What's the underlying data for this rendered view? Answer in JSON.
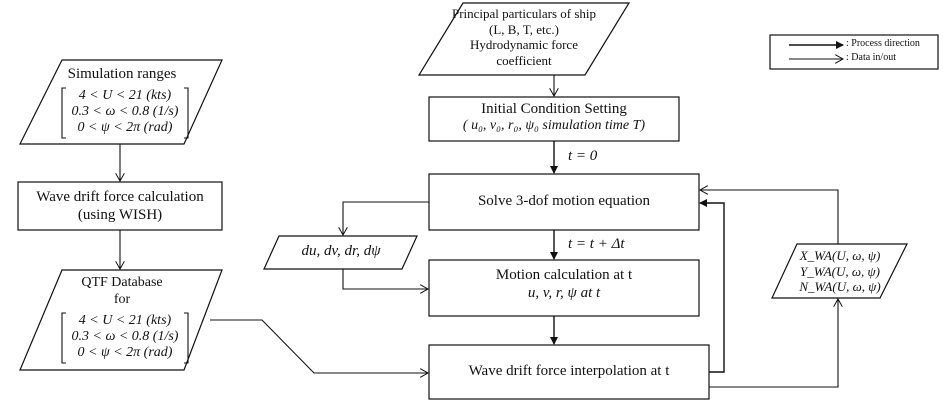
{
  "legend": {
    "process": ": Process direction",
    "data": ": Data in/out"
  },
  "principal": {
    "line1": "Principal particulars of ship",
    "line2": "(L, B, T, etc.)",
    "line3": "Hydrodynamic force",
    "line4": "coefficient"
  },
  "initial": {
    "title": "Initial Condition Setting",
    "detail": "( u₀, v₀, r₀, ψ₀ simulation time T)"
  },
  "t0": "t = 0",
  "solve": "Solve 3-dof motion equation",
  "tnext": "t = t + Δt",
  "differentials": "du, dv, dr, dψ",
  "motion": {
    "title": "Motion calculation at t",
    "detail": "u, v, r, ψ at t"
  },
  "interp": "Wave drift force interpolation at t",
  "wave_forces": {
    "x": "X_WA(U, ω, ψ)",
    "y": "Y_WA(U, ω, ψ)",
    "n": "N_WA(U, ω, ψ)"
  },
  "sim_ranges": {
    "title": "Simulation ranges",
    "r1": "4 < U < 21 (kts)",
    "r2": "0.3 < ω < 0.8 (1/s)",
    "r3": "0 < ψ < 2π (rad)"
  },
  "wave_calc": {
    "line1": "Wave drift force calculation",
    "line2": "(using WISH)"
  },
  "qtf": {
    "title": "QTF Database",
    "for": "for",
    "r1": "4 < U < 21 (kts)",
    "r2": "0.3 < ω < 0.8 (1/s)",
    "r3": "0 < ψ < 2π (rad)"
  }
}
